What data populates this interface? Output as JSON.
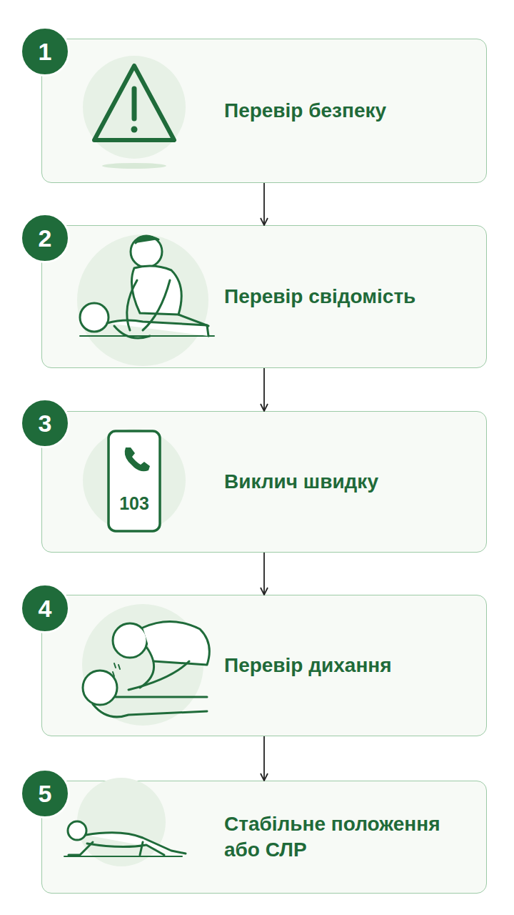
{
  "diagram": {
    "nodes": [
      {
        "text": [
          "1"
        ]
      },
      {
        "text": [
          "Перевір безпеку"
        ]
      },
      {
        "text": [
          "2"
        ]
      },
      {
        "text": [
          "Перевір свідомість"
        ]
      },
      {
        "text": [
          "3"
        ]
      },
      {
        "text": [
          "Виклич швидку"
        ]
      },
      {
        "text": [
          "4"
        ]
      },
      {
        "text": [
          "Перевір дихання"
        ]
      },
      {
        "text": [
          "5"
        ]
      },
      {
        "text": [
          "Стабільне положення або СЛР"
        ]
      }
    ],
    "edges": [
      {
        "from": 1,
        "to": 3,
        "arrow": "to"
      },
      {
        "from": 3,
        "to": 5,
        "arrow": "to"
      },
      {
        "from": 5,
        "to": 7,
        "arrow": "to"
      },
      {
        "from": 7,
        "to": 9,
        "arrow": "to"
      }
    ],
    "labels": [
      "103"
    ]
  }
}
